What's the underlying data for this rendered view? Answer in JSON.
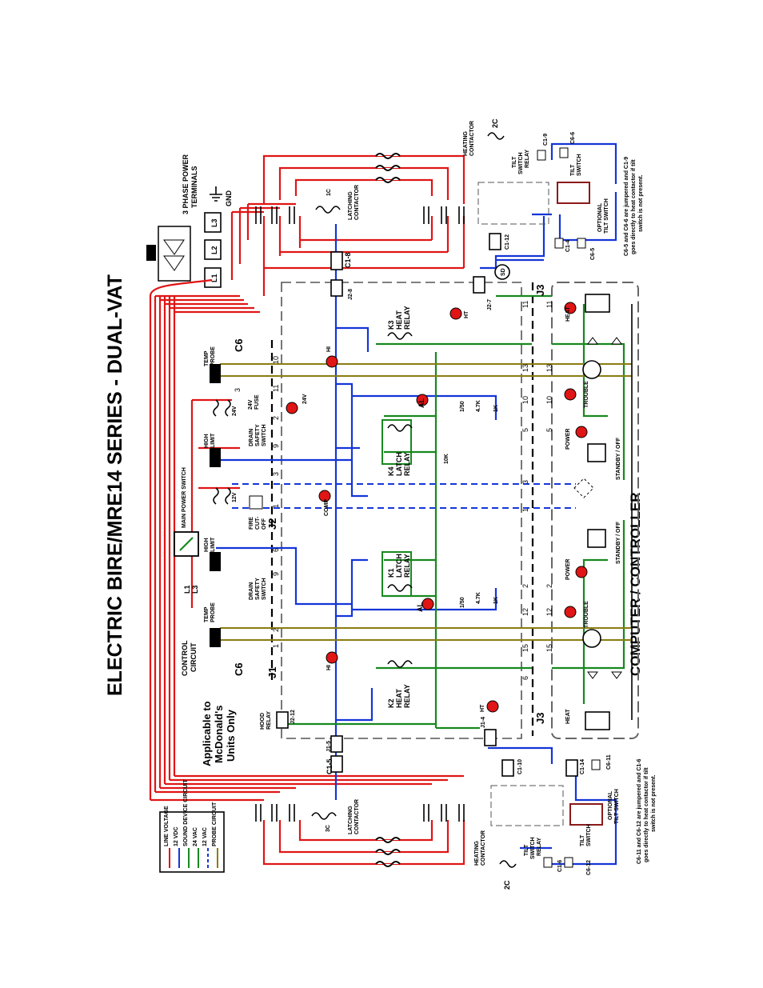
{
  "title": "ELECTRIC BIRE/MRE14 SERIES - DUAL-VAT",
  "controller_label": "COMPUTER / CONTROLLER",
  "applicable_note": [
    "Applicable to",
    "McDonald's",
    "Units Only"
  ],
  "top_section": {
    "power_terminals": [
      "3 PHASE POWER",
      "TERMINALS"
    ],
    "gnd": "GND",
    "terminals": [
      "L1",
      "L2",
      "L3"
    ],
    "heating_contactor_2c": [
      "HEATING",
      "CONTACTOR"
    ],
    "contactor_2c_id": "2C",
    "latching_contactor": [
      "LATCHING",
      "CONTACTOR"
    ],
    "latching_id": "1C",
    "connectors": [
      "C1-8",
      "J2-8",
      "J2-7",
      "C1-12",
      "C1-4",
      "C6-5",
      "C1-9",
      "C6-6"
    ],
    "tilt_switch_relay": [
      "TILT",
      "SWITCH",
      "RELAY"
    ],
    "optional_tilt": [
      "OPTIONAL",
      "TILT SWITCH"
    ],
    "tilt_switch": [
      "TILT",
      "SWITCH"
    ],
    "jumper_note": [
      "C6-5 and C6-6 are jumpered and C1-9",
      "goes directly to heat contactor if tilt",
      "switch is not present."
    ],
    "sd": "SD",
    "j3": "J3"
  },
  "bottom_section": {
    "heating_contactor_3c_id": "2C",
    "latching_id": "3C",
    "latching_contactor": [
      "LATCHING",
      "CONTACTOR"
    ],
    "heating_contactor": [
      "HEATING",
      "CONTACTOR"
    ],
    "connectors": [
      "C1-5",
      "J1-5",
      "J2-12",
      "J1-4",
      "C1-10",
      "C1-14",
      "C6-11",
      "C1-6",
      "C6-12"
    ],
    "hood_relay": [
      "HOOD",
      "RELAY"
    ],
    "tilt_switch_relay": [
      "TILT",
      "SWITCH",
      "RELAY"
    ],
    "optional_tilt": [
      "OPTIONAL",
      "TILT SWITCH"
    ],
    "tilt_switch": [
      "TILT",
      "SWITCH"
    ],
    "jumper_note": [
      "C6-11 and C6-12 are jumpered and C1-6",
      "goes directly to heat contactor if tilt",
      "switch is not present."
    ],
    "j3": "J3"
  },
  "control_labels": {
    "control_circuit": [
      "CONTROL",
      "CIRCUIT"
    ],
    "temp_probe": [
      "TEMP",
      "PROBE"
    ],
    "high_limit": [
      "HIGH",
      "LIMIT"
    ],
    "main_power_switch": "MAIN POWER SWITCH",
    "drain_safety": [
      "DRAIN",
      "SAFETY",
      "SWITCH"
    ],
    "fuse": [
      "24V",
      "FUSE"
    ],
    "fire_cutoff": [
      "FIRE",
      "CUT-",
      "OFF"
    ],
    "c6": "C6",
    "j1": "J1",
    "j2": "J2",
    "voltages": [
      "24V",
      "12V",
      "24V"
    ],
    "l_labels": [
      "L1",
      "L3"
    ]
  },
  "relays": {
    "k1": [
      "K1",
      "LATCH",
      "RELAY"
    ],
    "k2": [
      "K2",
      "HEAT",
      "RELAY"
    ],
    "k3": [
      "K3",
      "HEAT",
      "RELAY"
    ],
    "k4": [
      "K4",
      "LATCH",
      "RELAY"
    ]
  },
  "indicators": [
    "HI",
    "HT",
    "AL",
    "COMP",
    "24V",
    "HEAT",
    "TROUBLE",
    "POWER",
    "STANDBY / OFF"
  ],
  "resistors": [
    "1/50",
    "4.7K",
    "1K",
    "10K"
  ],
  "legend": {
    "items": [
      {
        "label": "LINE VOLTAGE",
        "color": "#e01515"
      },
      {
        "label": "12 VDC",
        "color": "#1436d8"
      },
      {
        "label": "SOUND DEVICE CIRCUIT",
        "color": "#17891f"
      },
      {
        "label": "24 VAC",
        "color": "#17891f"
      },
      {
        "label": "12 VAC",
        "color": "#1436d8"
      },
      {
        "label": "PROBE CIRCUIT",
        "color": "#8a7d12"
      }
    ]
  },
  "colors": {
    "line_voltage": "#e01515",
    "dc": "#1436d8",
    "ac24": "#17891f",
    "probe": "#8a7d12"
  }
}
